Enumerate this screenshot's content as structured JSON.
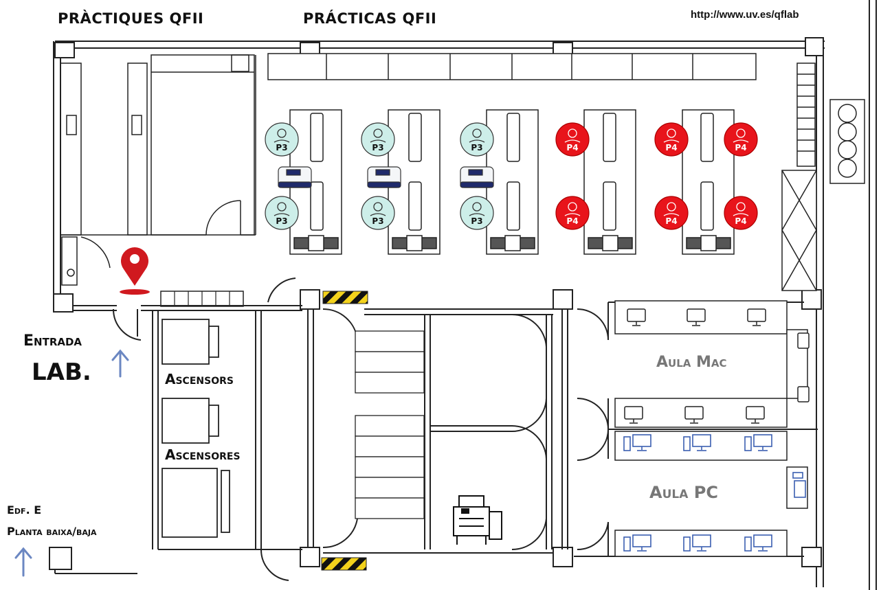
{
  "header": {
    "title_ca": "PRÀCTIQUES QFII",
    "title_es": "PRÁCTICAS QFII",
    "url": "http://www.uv.es/qflab"
  },
  "rooms": {
    "entrance_line1": "Entrada",
    "entrance_line2": "LAB.",
    "elevators_ca": "Ascensors",
    "elevators_es": "Ascensores",
    "aula_mac": "Aula Mac",
    "aula_pc": "Aula PC",
    "building_line1": "Edf. E",
    "building_line2": "Planta baixa/baja"
  },
  "workstations": {
    "p3_label": "P3",
    "p4_label": "P4",
    "p3_color": "#cdeee9",
    "p4_color": "#e8141b",
    "p3_count": 6,
    "p4_count": 6
  },
  "colors": {
    "location_pin": "#d0191f",
    "arrow": "#6b87c2",
    "hazard_yellow": "#f3d21c",
    "pc_blue": "#3a5eb0"
  }
}
